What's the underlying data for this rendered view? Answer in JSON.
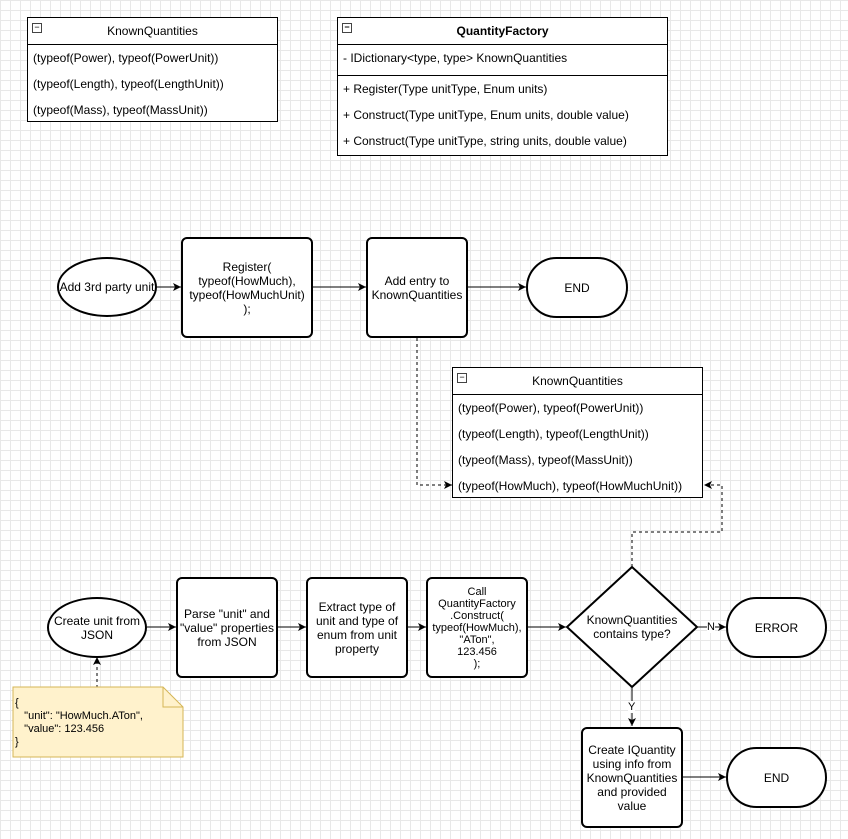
{
  "known_quantities_top": {
    "title": "KnownQuantities",
    "rows": [
      "(typeof(Power), typeof(PowerUnit))",
      "(typeof(Length), typeof(LengthUnit))",
      "(typeof(Mass), typeof(MassUnit))"
    ]
  },
  "quantity_factory": {
    "title": "QuantityFactory",
    "field": "- IDictionary<type, type> KnownQuantities",
    "methods": [
      "+ Register(Type unitType, Enum units)",
      "+ Construct(Type unitType, Enum units, double value)",
      "+ Construct(Type unitType, string units, double value)"
    ]
  },
  "flow_register": {
    "start": "Add 3rd party unit",
    "register": "Register(\ntypeof(HowMuch),\ntypeof(HowMuchUnit)\n);",
    "add_entry": "Add entry to\nKnownQuantities",
    "end": "END"
  },
  "known_quantities_mid": {
    "title": "KnownQuantities",
    "rows": [
      "(typeof(Power), typeof(PowerUnit))",
      "(typeof(Length), typeof(LengthUnit))",
      "(typeof(Mass), typeof(MassUnit))",
      "(typeof(HowMuch), typeof(HowMuchUnit))"
    ]
  },
  "flow_construct": {
    "start": "Create unit from\nJSON",
    "parse": "Parse \"unit\" and\n\"value\" properties\nfrom JSON",
    "extract": "Extract type of\nunit and type of\nenum from unit\nproperty",
    "call": "Call\nQuantityFactory\n.Construct(\ntypeof(HowMuch),\n\"ATon\",\n123.456\n);",
    "decision": "KnownQuantities\ncontains type?",
    "no_label": "N",
    "yes_label": "Y",
    "error": "ERROR",
    "create": "Create IQuantity\nusing info from\nKnownQuantities\nand provided\nvalue",
    "end": "END"
  },
  "json_note": {
    "text": "{\n   \"unit\": \"HowMuch.ATon\",\n   \"value\": 123.456\n}"
  },
  "colors": {
    "note_fill": "#fff2cc",
    "note_stroke": "#d6b656"
  }
}
